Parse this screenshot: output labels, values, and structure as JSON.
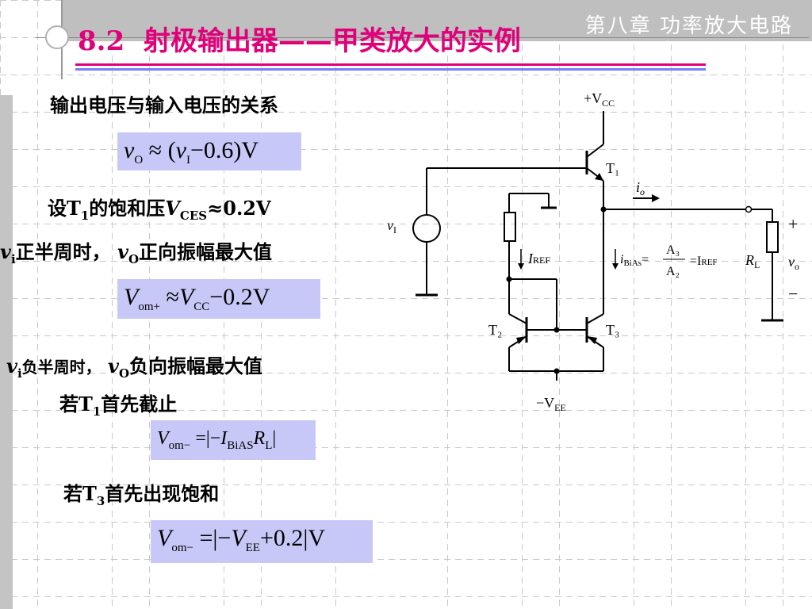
{
  "header": {
    "chapter": "第八章 功率放大电路",
    "title_num": "8.2",
    "title_text": "射极输出器——甲类放大的实例"
  },
  "content": {
    "relation_label": "输出电压与输入电压的关系",
    "eq1": {
      "lhs_var": "v",
      "lhs_sub": "O",
      "op": "≈",
      "rhs_open": "(",
      "rhs_var": "v",
      "rhs_sub": "I",
      "rhs_tail": "−0.6)V"
    },
    "sat_prefix": "设T",
    "sat_sub": "1",
    "sat_mid": "的饱和压",
    "sat_var": "V",
    "sat_var_sub": "CES",
    "sat_tail": "≈0.2V",
    "pos_var": "v",
    "pos_var_sub": "i",
    "pos_text": "正半周时，",
    "pos_var2": "v",
    "pos_var2_sub": "O",
    "pos_text2": "正向振幅最大值",
    "eq2": {
      "lhs_var": "V",
      "lhs_sub": "om+",
      "op": "≈",
      "rhs_var": "V",
      "rhs_sub": "CC",
      "tail": "−0.2V"
    },
    "neg_var": "v",
    "neg_var_sub": "i",
    "neg_text": "负半周时，",
    "neg_var2": "v",
    "neg_var2_sub": "O",
    "neg_text2": "负向振幅最大值",
    "cut_prefix": "若T",
    "cut_sub": "1",
    "cut_text": "首先截止",
    "eq3": {
      "lhs_var": "V",
      "lhs_sub": "om−",
      "op": "=|−",
      "rhs_var": "I",
      "rhs_sub": "BiAS",
      "rhs_var2": "R",
      "rhs_sub2": "L",
      "tail": "|"
    },
    "sat3_prefix": "若T",
    "sat3_sub": "3",
    "sat3_text": "首先出现饱和",
    "eq4": {
      "lhs_var": "V",
      "lhs_sub": "om−",
      "op": "=|−",
      "rhs_var": "V",
      "rhs_sub": "EE",
      "tail": "+0.2|V"
    }
  },
  "circuit": {
    "vcc": "+V",
    "vcc_sub": "CC",
    "vee": "−V",
    "vee_sub": "EE",
    "t1": "T₁",
    "t2": "T₂",
    "t3": "T₃",
    "io": "i",
    "io_sub": "o",
    "vi": "v",
    "vi_sub": "I",
    "iref": "I",
    "iref_sub": "REF",
    "ibias": "i",
    "ibias_sub": "BiAs",
    "ibias_eq": "=",
    "ratio_top": "A₃",
    "ratio_bot": "A₂",
    "ibias_tail": "=I",
    "ibias_tail_sub": "REF",
    "rl": "R",
    "rl_sub": "L",
    "plus": "+",
    "minus": "−",
    "vo": "v",
    "vo_sub": "o"
  }
}
